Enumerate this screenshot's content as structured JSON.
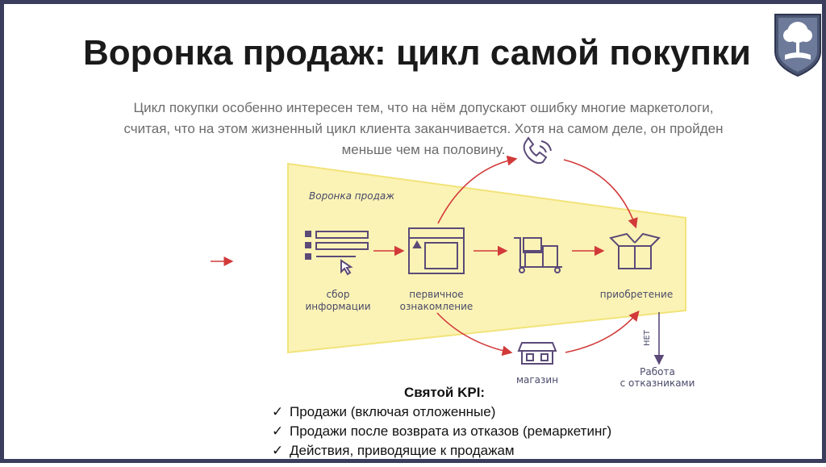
{
  "slide": {
    "title": "Воронка продаж: цикл самой покупки",
    "subtitle_lines": [
      "Цикл покупки особенно интересен тем, что на нём допускают ошибку многие маркетологи,",
      "считая, что на этом жизненный цикл клиента заканчивается. Хотя на самом деле, он пройден",
      "меньше чем на половину."
    ]
  },
  "diagram": {
    "funnel_label": "Воронка продаж",
    "steps": {
      "collect_info": [
        "сбор",
        "информации"
      ],
      "first_look": [
        "первичное",
        "ознакомление"
      ],
      "purchase": "приобретение"
    },
    "side_labels": {
      "shop": "магазин",
      "no": "НЕТ",
      "refusers": [
        "Работа",
        "с отказниками"
      ]
    },
    "colors": {
      "funnel_fill": "#fbf3b5",
      "funnel_border": "#f2e37a",
      "icon_purple": "#5b4a78",
      "arrow_red": "#d23a3a",
      "border": "#3b3d5c"
    }
  },
  "kpi": {
    "title": "Святой KPI:",
    "check": "✓",
    "items": [
      "Продажи (включая отложенные)",
      "Продажи после возврата из отказов (ремаркетинг)",
      "Действия, приводящие к продажам"
    ]
  }
}
